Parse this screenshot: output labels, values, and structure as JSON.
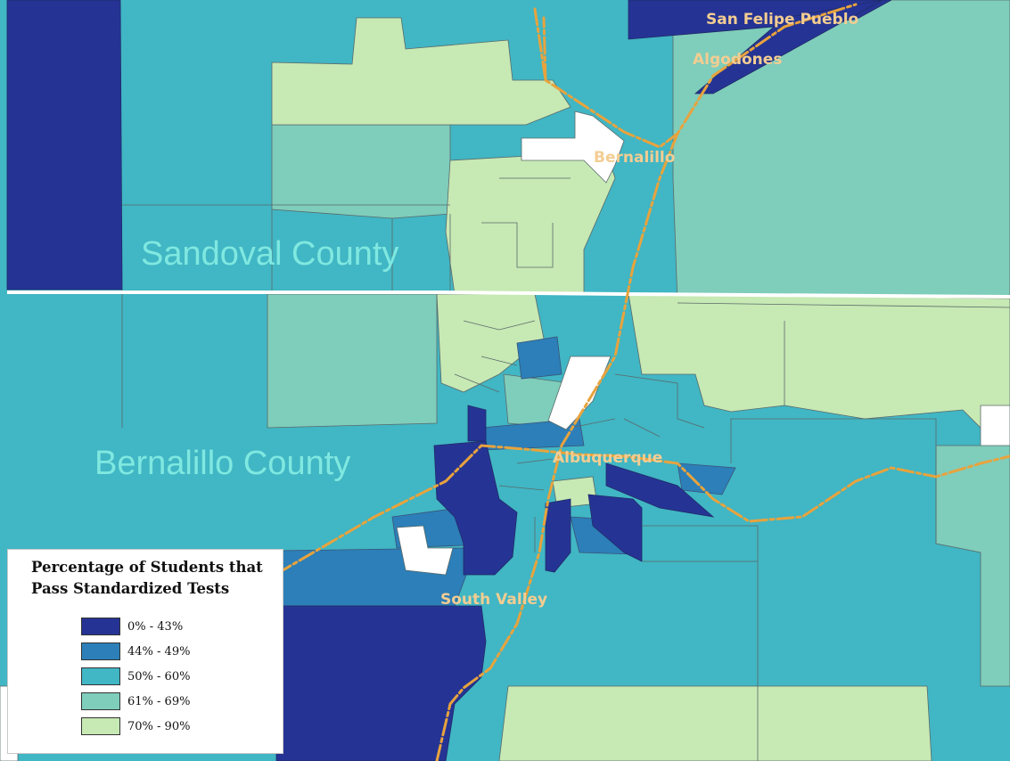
{
  "colors": {
    "class_0_43": "#253494",
    "class_44_49": "#2c7fb8",
    "class_50_60": "#41b6c4",
    "class_61_69": "#7fcdbb",
    "class_70_90": "#c7e9b4",
    "no_data": "#ffffff",
    "roads": "#e8a33d",
    "county_line": "#ffffff",
    "county_label": "#7fe8e0",
    "place_label": "#f3cd92"
  },
  "counties": {
    "sandoval": "Sandoval County",
    "bernalillo": "Bernalillo County"
  },
  "places": {
    "san_felipe": "San Felipe Pueblo",
    "algodones": "Algodones",
    "bernalillo": "Bernalillo",
    "albuquerque": "Albuquerque",
    "south_valley": "South Valley"
  },
  "legend": {
    "title": "Percentage of Students that Pass Standardized Tests",
    "items": [
      {
        "label": "0% - 43%",
        "color": "#253494"
      },
      {
        "label": "44% - 49%",
        "color": "#2c7fb8"
      },
      {
        "label": "50% - 60%",
        "color": "#41b6c4"
      },
      {
        "label": "61% - 69%",
        "color": "#7fcdbb"
      },
      {
        "label": "70% - 90%",
        "color": "#c7e9b4"
      }
    ]
  }
}
